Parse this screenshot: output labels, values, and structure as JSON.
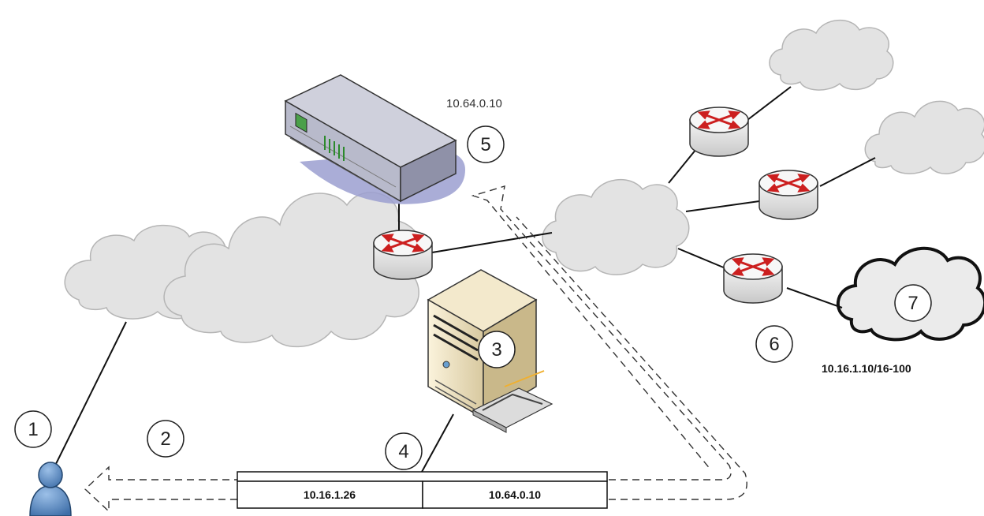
{
  "diagram": {
    "callouts": [
      "1",
      "2",
      "3",
      "4",
      "5",
      "6",
      "7"
    ],
    "labels": {
      "appliance_ip": "10.64.0.10",
      "remote_range": "10.16.1.10/16-100"
    },
    "packet": {
      "source": "10.16.1.26",
      "destination": "10.64.0.10"
    },
    "colors": {
      "cloud": "#e3e3e3",
      "cloud_stroke": "#b5b5b5",
      "router_arrow": "#cc1f1f",
      "appliance_shadow": "#9b9fd0",
      "user": "#4f7fb8"
    }
  }
}
